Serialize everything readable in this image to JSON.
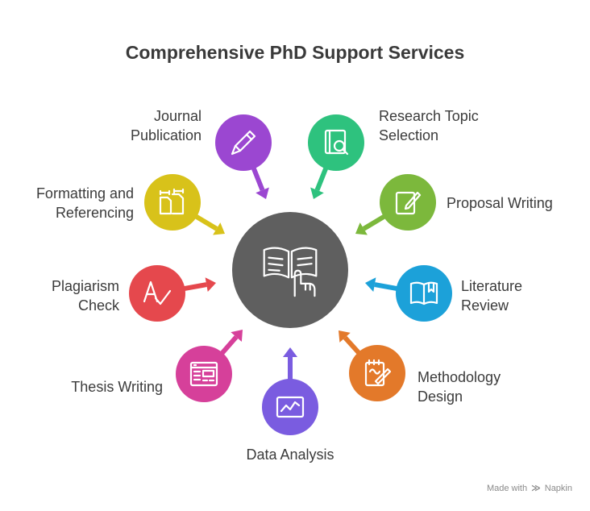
{
  "title": "Comprehensive PhD Support Services",
  "center": {
    "icon": "open-book-hand-icon",
    "color": "#5f5f5f"
  },
  "services": [
    {
      "key": "journal-publication",
      "lines": [
        "Journal",
        "Publication"
      ],
      "color": "#9b47d1",
      "icon": "pen-icon"
    },
    {
      "key": "research-topic-selection",
      "lines": [
        "Research Topic",
        "Selection"
      ],
      "color": "#2ec27e",
      "icon": "book-search-icon"
    },
    {
      "key": "proposal-writing",
      "lines": [
        "Proposal Writing"
      ],
      "color": "#7cb83c",
      "icon": "edit-document-icon"
    },
    {
      "key": "literature-review",
      "lines": [
        "Literature",
        "Review"
      ],
      "color": "#1ca1d9",
      "icon": "bookmarked-book-icon"
    },
    {
      "key": "methodology-design",
      "lines": [
        "Methodology",
        "Design"
      ],
      "color": "#e3792a",
      "icon": "notepad-pen-icon"
    },
    {
      "key": "data-analysis",
      "lines": [
        "Data Analysis"
      ],
      "color": "#7a5ce0",
      "icon": "line-graph-icon"
    },
    {
      "key": "thesis-writing",
      "lines": [
        "Thesis Writing"
      ],
      "color": "#d6409a",
      "icon": "browser-layout-icon"
    },
    {
      "key": "plagiarism-check",
      "lines": [
        "Plagiarism",
        "Check"
      ],
      "color": "#e5484d",
      "icon": "text-check-icon"
    },
    {
      "key": "formatting-and-referencing",
      "lines": [
        "Formatting and",
        "Referencing"
      ],
      "color": "#d8c21a",
      "icon": "documents-icon"
    }
  ],
  "credit": {
    "prefix": "Made with",
    "brand": "Napkin",
    "icon": "napkin-logo-icon"
  }
}
